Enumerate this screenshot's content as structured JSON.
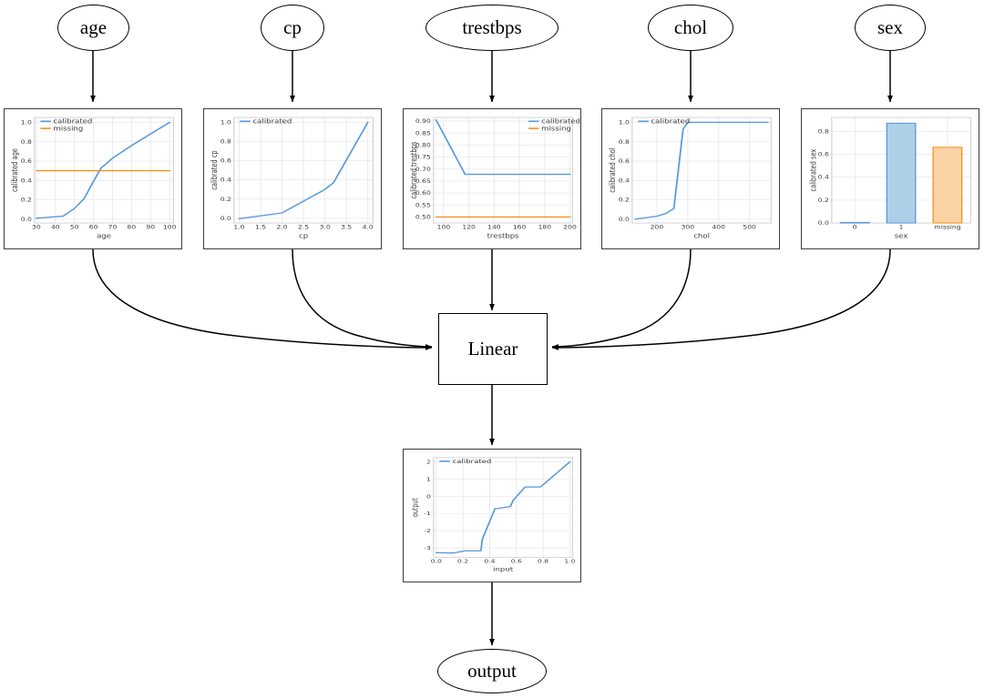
{
  "diagram": {
    "type": "calibrated-linear-model-graph",
    "input_nodes": [
      {
        "id": "age",
        "label": "age"
      },
      {
        "id": "cp",
        "label": "cp"
      },
      {
        "id": "trestbps",
        "label": "trestbps"
      },
      {
        "id": "chol",
        "label": "chol"
      },
      {
        "id": "sex",
        "label": "sex"
      }
    ],
    "linear_node": {
      "label": "Linear"
    },
    "output_node": {
      "label": "output"
    }
  },
  "colors": {
    "calibrated": "#5899da",
    "missing": "#f5921b",
    "bar_blue_fill": "#aecfe8",
    "bar_blue_edge": "#5899da",
    "bar_orange_fill": "#fbd3a5",
    "bar_orange_edge": "#f5921b",
    "grid": "#e8e8ec",
    "text": "#3b3b3b",
    "node_stroke": "#000000"
  },
  "chart_data": [
    {
      "id": "age",
      "type": "line",
      "title": "",
      "xlabel": "age",
      "ylabel": "calibrated age",
      "xlim": [
        29,
        102
      ],
      "ylim": [
        -0.04,
        1.05
      ],
      "xticks": [
        "30",
        "40",
        "50",
        "60",
        "70",
        "80",
        "90",
        "100"
      ],
      "xtick_values": [
        30,
        40,
        50,
        60,
        70,
        80,
        90,
        100
      ],
      "yticks": [
        "0.0",
        "0.2",
        "0.4",
        "0.6",
        "0.8",
        "1.0"
      ],
      "ytick_values": [
        0.0,
        0.2,
        0.4,
        0.6,
        0.8,
        1.0
      ],
      "legend": [
        "calibrated",
        "missing"
      ],
      "legend_position": "upper-left",
      "series": [
        {
          "name": "calibrated",
          "color": "#5899da",
          "x": [
            30,
            44,
            50,
            55,
            60,
            64,
            66,
            70,
            80,
            90,
            100
          ],
          "y": [
            0.01,
            0.03,
            0.11,
            0.21,
            0.39,
            0.53,
            0.56,
            0.63,
            0.76,
            0.88,
            1.0
          ]
        },
        {
          "name": "missing",
          "color": "#f5921b",
          "x": [
            30,
            100
          ],
          "y": [
            0.5,
            0.5
          ]
        }
      ]
    },
    {
      "id": "cp",
      "type": "line",
      "title": "",
      "xlabel": "cp",
      "ylabel": "calibrated cp",
      "xlim": [
        0.88,
        4.12
      ],
      "ylim": [
        -0.05,
        1.05
      ],
      "xticks": [
        "1.0",
        "1.5",
        "2.0",
        "2.5",
        "3.0",
        "3.5",
        "4.0"
      ],
      "xtick_values": [
        1.0,
        1.5,
        2.0,
        2.5,
        3.0,
        3.5,
        4.0
      ],
      "yticks": [
        "0.0",
        "0.2",
        "0.4",
        "0.6",
        "0.8",
        "1.0"
      ],
      "ytick_values": [
        0.0,
        0.2,
        0.4,
        0.6,
        0.8,
        1.0
      ],
      "legend": [
        "calibrated"
      ],
      "legend_position": "upper-left",
      "series": [
        {
          "name": "calibrated",
          "color": "#5899da",
          "x": [
            1.0,
            2.0,
            3.0,
            3.2,
            4.0
          ],
          "y": [
            -0.005,
            0.055,
            0.3,
            0.37,
            1.0
          ]
        }
      ]
    },
    {
      "id": "trestbps",
      "type": "line",
      "title": "",
      "xlabel": "trestbps",
      "ylabel": "calibrated trestbps",
      "xlim": [
        92,
        202
      ],
      "ylim": [
        0.475,
        0.915
      ],
      "xticks": [
        "100",
        "120",
        "140",
        "160",
        "180",
        "200"
      ],
      "xtick_values": [
        100,
        120,
        140,
        160,
        180,
        200
      ],
      "yticks": [
        "0.50",
        "0.55",
        "0.60",
        "0.65",
        "0.70",
        "0.75",
        "0.80",
        "0.85",
        "0.90"
      ],
      "ytick_values": [
        0.5,
        0.55,
        0.6,
        0.65,
        0.7,
        0.75,
        0.8,
        0.85,
        0.9
      ],
      "legend": [
        "calibrated",
        "missing"
      ],
      "legend_position": "upper-right",
      "series": [
        {
          "name": "calibrated",
          "color": "#5899da",
          "x": [
            94,
            117,
            200
          ],
          "y": [
            0.905,
            0.678,
            0.678
          ]
        },
        {
          "name": "missing",
          "color": "#f5921b",
          "x": [
            94,
            200
          ],
          "y": [
            0.5,
            0.5
          ]
        }
      ]
    },
    {
      "id": "chol",
      "type": "line",
      "title": "",
      "xlabel": "chol",
      "ylabel": "calibrated chol",
      "xlim": [
        120,
        570
      ],
      "ylim": [
        -0.04,
        1.05
      ],
      "xticks": [
        "200",
        "300",
        "400",
        "500"
      ],
      "xtick_values": [
        200,
        300,
        400,
        500
      ],
      "yticks": [
        "0.0",
        "0.2",
        "0.4",
        "0.6",
        "0.8",
        "1.0"
      ],
      "ytick_values": [
        0.0,
        0.2,
        0.4,
        0.6,
        0.8,
        1.0
      ],
      "legend": [
        "calibrated"
      ],
      "legend_position": "upper-left",
      "series": [
        {
          "name": "calibrated",
          "color": "#5899da",
          "x": [
            130,
            200,
            230,
            255,
            270,
            285,
            300,
            560
          ],
          "y": [
            0.0,
            0.03,
            0.06,
            0.11,
            0.52,
            0.93,
            1.0,
            1.0
          ]
        }
      ]
    },
    {
      "id": "sex",
      "type": "bar",
      "title": "",
      "xlabel": "sex",
      "ylabel": "calibrated sex",
      "categories": [
        "0",
        "1",
        "missing"
      ],
      "values": [
        0.005,
        0.87,
        0.66
      ],
      "bar_colors": [
        "#aecfe8",
        "#aecfe8",
        "#fbd3a5"
      ],
      "bar_edge_colors": [
        "#5899da",
        "#5899da",
        "#f5921b"
      ],
      "ylim": [
        0,
        0.92
      ],
      "yticks": [
        "0.0",
        "0.2",
        "0.4",
        "0.6",
        "0.8"
      ],
      "ytick_values": [
        0.0,
        0.2,
        0.4,
        0.6,
        0.8
      ],
      "legend": [],
      "legend_position": "none"
    },
    {
      "id": "output",
      "type": "line",
      "title": "",
      "xlabel": "input",
      "ylabel": "output",
      "xlim": [
        -0.02,
        1.02
      ],
      "ylim": [
        -3.55,
        2.25
      ],
      "xticks": [
        "0.0",
        "0.2",
        "0.4",
        "0.6",
        "0.8",
        "1.0"
      ],
      "xtick_values": [
        0.0,
        0.2,
        0.4,
        0.6,
        0.8,
        1.0
      ],
      "yticks": [
        "-3",
        "-2",
        "-1",
        "0",
        "1",
        "2"
      ],
      "ytick_values": [
        -3,
        -2,
        -1,
        0,
        1,
        2
      ],
      "legend": [
        "calibrated"
      ],
      "legend_position": "upper-left",
      "series": [
        {
          "name": "calibrated",
          "color": "#5899da",
          "x": [
            0.0,
            0.13,
            0.22,
            0.335,
            0.345,
            0.44,
            0.46,
            0.555,
            0.575,
            0.665,
            0.78,
            0.79,
            1.0
          ],
          "y": [
            -3.28,
            -3.3,
            -3.17,
            -3.17,
            -2.5,
            -0.72,
            -0.71,
            -0.6,
            -0.25,
            0.54,
            0.54,
            0.6,
            2.0
          ]
        }
      ]
    }
  ]
}
